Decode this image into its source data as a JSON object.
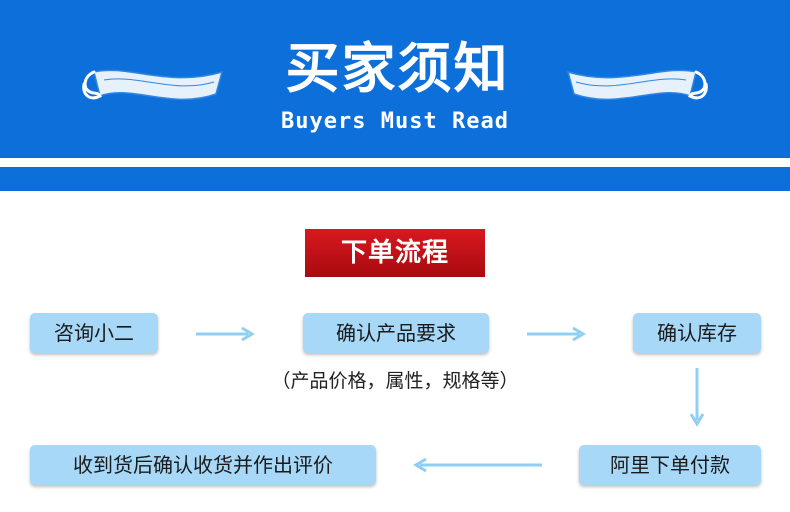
{
  "header": {
    "title_cn": "买家须知",
    "title_en": "Buyers Must Read",
    "background_color": "#0d6fd9"
  },
  "section": {
    "title": "下单流程",
    "badge_color": "#c4121a"
  },
  "flow": {
    "step_color": "#a7d8f8",
    "arrow_color": "#8fd0f2",
    "steps": [
      {
        "label": "咨询小二"
      },
      {
        "label": "确认产品要求"
      },
      {
        "label": "确认库存"
      },
      {
        "label": "阿里下单付款"
      },
      {
        "label": "收到货后确认收货并作出评价"
      }
    ],
    "note": "（产品价格，属性，规格等）"
  }
}
